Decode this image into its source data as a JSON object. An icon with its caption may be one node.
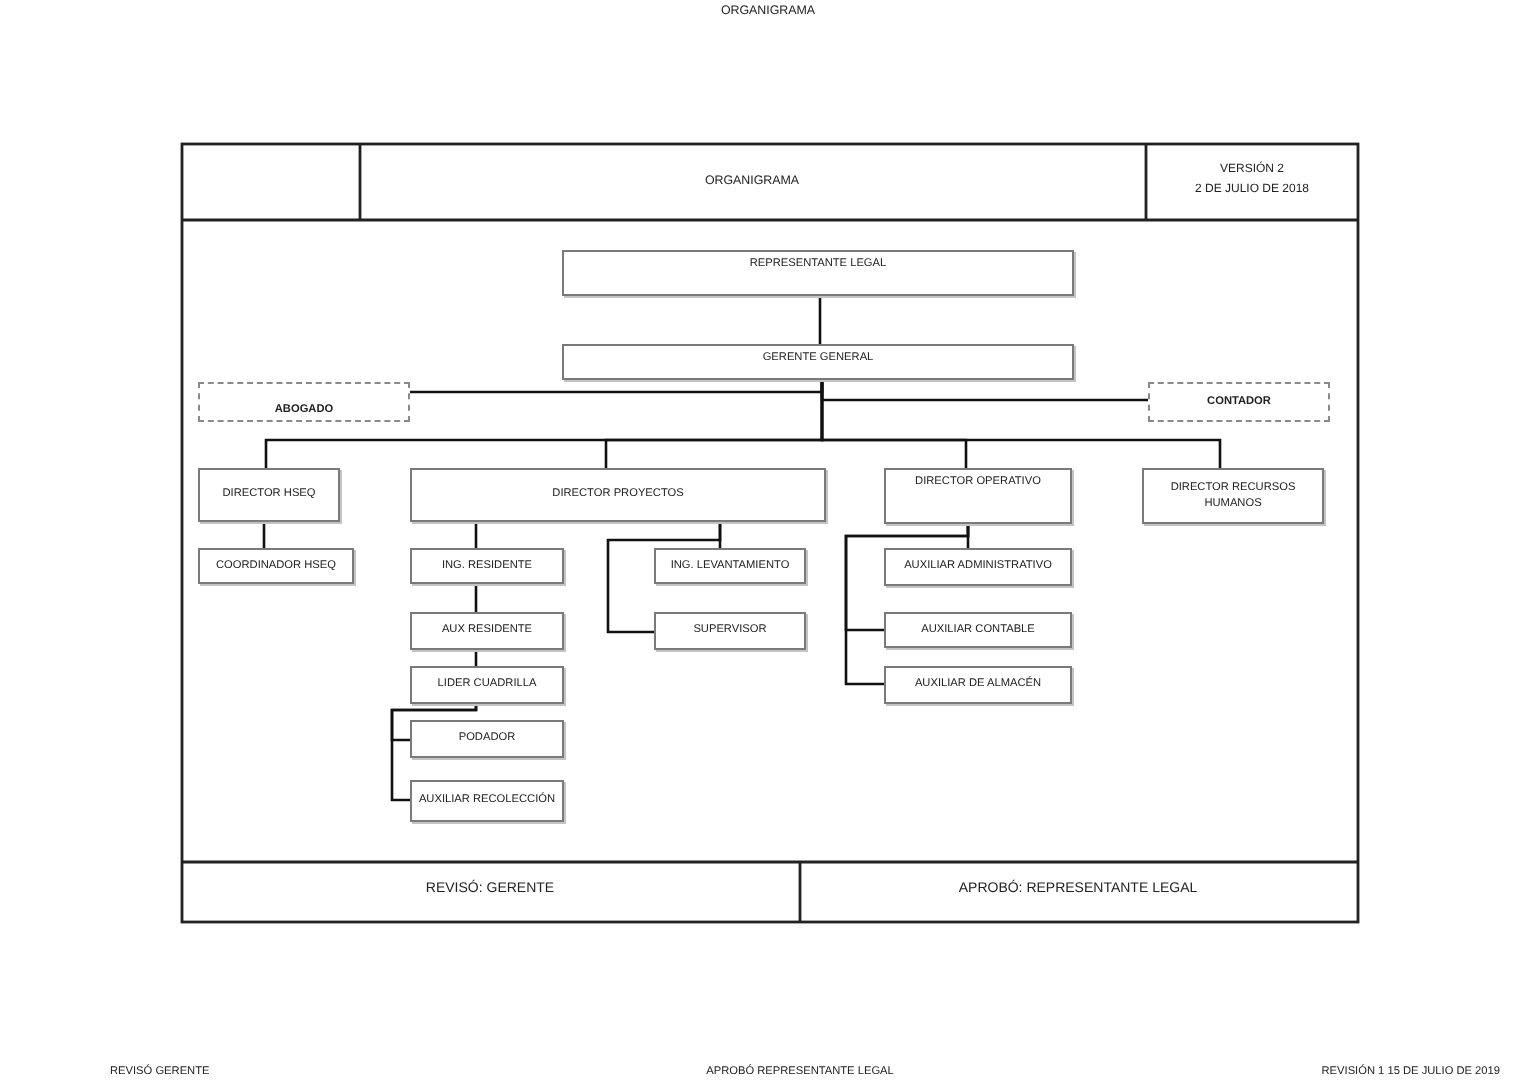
{
  "diagram": {
    "title": "ORGANIGRAMA",
    "nodes": [
      {
        "text": [
          "REPRESENTANTE LEGAL"
        ]
      },
      {
        "text": [
          "GERENTE GENERAL"
        ]
      },
      {
        "text": [
          "ABOGADO"
        ]
      },
      {
        "text": [
          "CONTADOR"
        ]
      },
      {
        "text": [
          "DIRECTOR HSEQ"
        ]
      },
      {
        "text": [
          "DIRECTOR PROYECTOS"
        ]
      },
      {
        "text": [
          "DIRECTOR OPERATIVO"
        ]
      },
      {
        "text": [
          "DIRECTOR RECURSOS HUMANOS"
        ]
      },
      {
        "text": [
          "COORDINADOR HSEQ"
        ]
      },
      {
        "text": [
          "ING. RESIDENTE"
        ]
      },
      {
        "text": [
          "ING. LEVANTAMIENTO"
        ]
      },
      {
        "text": [
          "AUXILIAR ADMINISTRATIVO"
        ]
      },
      {
        "text": [
          "AUX RESIDENTE"
        ]
      },
      {
        "text": [
          "SUPERVISOR"
        ]
      },
      {
        "text": [
          "AUXILIAR CONTABLE"
        ]
      },
      {
        "text": [
          "LIDER CUADRILLA"
        ]
      },
      {
        "text": [
          "AUXILIAR DE ALMACÉN"
        ]
      },
      {
        "text": [
          "PODADOR"
        ]
      },
      {
        "text": [
          "AUXILIAR RECOLECCIÓN"
        ]
      }
    ],
    "edges": [
      {
        "from": 0,
        "to": 1,
        "arrow": "none"
      },
      {
        "from": 1,
        "to": 2,
        "arrow": "none"
      },
      {
        "from": 1,
        "to": 3,
        "arrow": "none"
      },
      {
        "from": 1,
        "to": 4,
        "arrow": "none"
      },
      {
        "from": 1,
        "to": 5,
        "arrow": "none"
      },
      {
        "from": 1,
        "to": 6,
        "arrow": "none"
      },
      {
        "from": 1,
        "to": 7,
        "arrow": "none"
      },
      {
        "from": 4,
        "to": 8,
        "arrow": "none"
      },
      {
        "from": 5,
        "to": 9,
        "arrow": "none"
      },
      {
        "from": 5,
        "to": 10,
        "arrow": "none"
      },
      {
        "from": 5,
        "to": 13,
        "arrow": "none"
      },
      {
        "from": 9,
        "to": 12,
        "arrow": "none"
      },
      {
        "from": 12,
        "to": 15,
        "arrow": "none"
      },
      {
        "from": 15,
        "to": 17,
        "arrow": "none"
      },
      {
        "from": 15,
        "to": 18,
        "arrow": "none"
      },
      {
        "from": 6,
        "to": 11,
        "arrow": "none"
      },
      {
        "from": 6,
        "to": 14,
        "arrow": "none"
      },
      {
        "from": 6,
        "to": 16,
        "arrow": "none"
      }
    ],
    "labels": [
      "ORGANIGRAMA",
      "VERSIÓN 2",
      "2 DE JULIO DE 2018",
      "REVISÓ: GERENTE",
      "APROBÓ: REPRESENTANTE LEGAL",
      "REVISÓ GERENTE",
      "APROBÓ REPRESENTANTE LEGAL",
      "REVISIÓN 1 15 DE JULIO DE 2019"
    ]
  }
}
